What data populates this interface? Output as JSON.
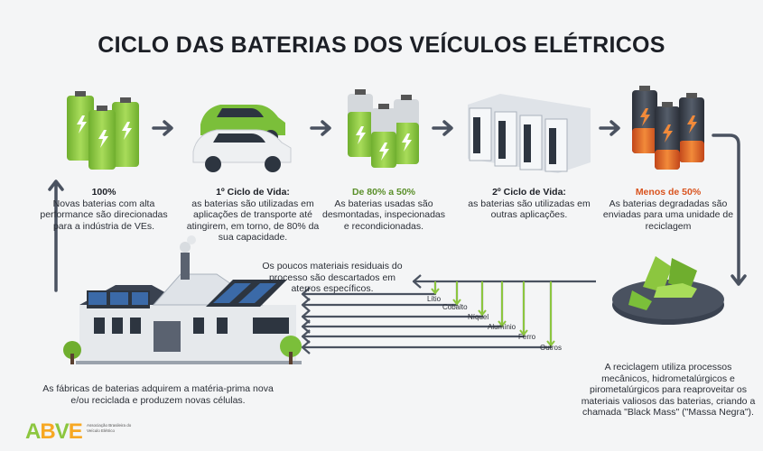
{
  "title": "CICLO DAS BATERIAS DOS VEÍCULOS ELÉTRICOS",
  "stages": [
    {
      "head": "100%",
      "text": "Novas baterias com alta performance são direcionadas para a indústria de VEs."
    },
    {
      "head": "1º Ciclo de Vida:",
      "text": "as baterias são utilizadas em aplicações de transporte até atingirem, em torno, de 80% da sua capacidade."
    },
    {
      "head": "De 80% a 50%",
      "text": "As baterias usadas são desmontadas, inspecionadas e recondicionadas."
    },
    {
      "head": "2º Ciclo de Vida:",
      "text": "as baterias são utilizadas em outras aplicações."
    },
    {
      "head": "Menos de 50%",
      "text": "As baterias degradadas são enviadas para uma unidade de reciclagem"
    }
  ],
  "residual_note": "Os poucos materiais residuais do processo são descartados em aterros específicos.",
  "materials": [
    "Lítio",
    "Cobalto",
    "Níquel",
    "Alumínio",
    "Ferro",
    "Outros"
  ],
  "recycling_note": "A reciclagem utiliza processos mecânicos, hidrometalúrgicos e pirometalúrgicos para reaproveitar os materiais valiosos das baterias, criando a chamada \"Black Mass\" (\"Massa Negra\").",
  "factory_note": "As fábricas de baterias adquirem a matéria-prima nova e/ou reciclada e produzem novas células.",
  "logo": {
    "a": "A",
    "b": "B",
    "v": "V",
    "e": "E",
    "sub": "Associação Brasileira do Veículo Elétrico"
  },
  "colors": {
    "green": "#8cc63f",
    "orange": "#e86a2a",
    "dark": "#3a4250",
    "arrow": "#4a5260"
  }
}
